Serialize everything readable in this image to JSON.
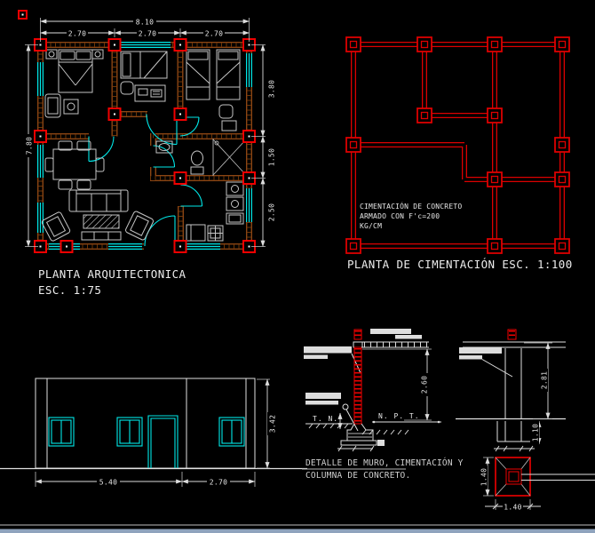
{
  "drawing": {
    "background": "#000000",
    "colors": {
      "wall_brown": "#8b4513",
      "window_cyan": "#00e8e8",
      "column_red": "#f00000",
      "foundation_red": "#dd0000",
      "line_white": "#e0e0e0",
      "furniture_gray": "#c4c4c4",
      "footer_strip": "#8fa3bd"
    }
  },
  "floor_plan": {
    "title": "PLANTA ARQUITECTONICA",
    "scale_label": "ESC. 1:75",
    "dim_total_width": "8.10",
    "dim_bay_1": "2.70",
    "dim_bay_2": "2.70",
    "dim_bay_3": "2.70",
    "dim_left_height": "7.80",
    "dim_right_top": "3.80",
    "dim_right_middle": "1.50",
    "dim_right_bottom": "2.50"
  },
  "foundation_plan": {
    "title": "PLANTA DE CIMENTACIÓN ESC. 1:100",
    "note_line_1": "CIMENTACIÓN DE CONCRETO",
    "note_line_2": "ARMADO CON F'c=200",
    "note_line_3": "KG/CM"
  },
  "elevation": {
    "dim_width_left": "5.40",
    "dim_width_right": "2.70",
    "dim_height": "3.42"
  },
  "wall_detail": {
    "label_terrain": "T. N.",
    "label_floor": "N. P. T.",
    "dim_height": "2.60"
  },
  "column_detail": {
    "dim_height": "2.81",
    "dim_footing_depth": "1.10",
    "dim_footing_side": "1.40",
    "dim_footing_width": "1.40"
  },
  "caption": {
    "line_1": "DETALLE DE MURO, CIMENTACIÓN Y",
    "line_2": "COLUMNA DE CONCRETO."
  }
}
